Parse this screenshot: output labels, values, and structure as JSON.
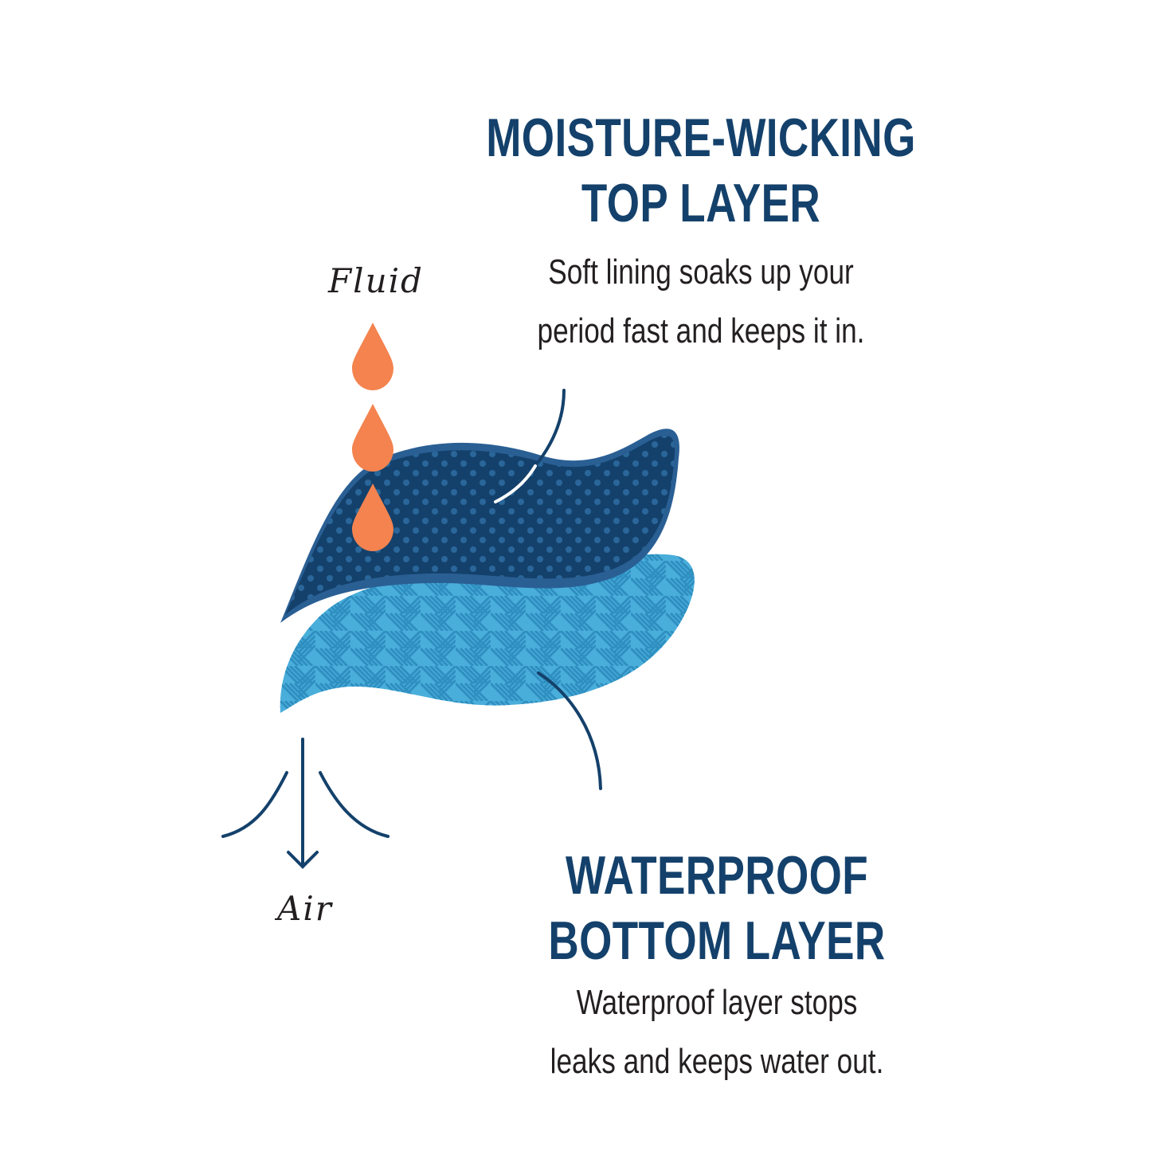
{
  "colors": {
    "navy": "#14416b",
    "light_blue": "#4aaedb",
    "drop_orange": "#f4834f",
    "text_dark": "#231f20",
    "white": "#ffffff"
  },
  "top_layer": {
    "heading_line1": "MOISTURE-WICKING",
    "heading_line2": "TOP LAYER",
    "desc_line1": "Soft lining soaks up your",
    "desc_line2": "period fast and keeps it in."
  },
  "bottom_layer": {
    "heading_line1": "WATERPROOF",
    "heading_line2": "BOTTOM LAYER",
    "desc_line1": "Waterproof layer stops",
    "desc_line2": "leaks and keeps water out."
  },
  "labels": {
    "fluid": "Fluid",
    "air": "Air"
  },
  "icons": [
    "fluid-drop-icon",
    "air-arrow-icon"
  ]
}
